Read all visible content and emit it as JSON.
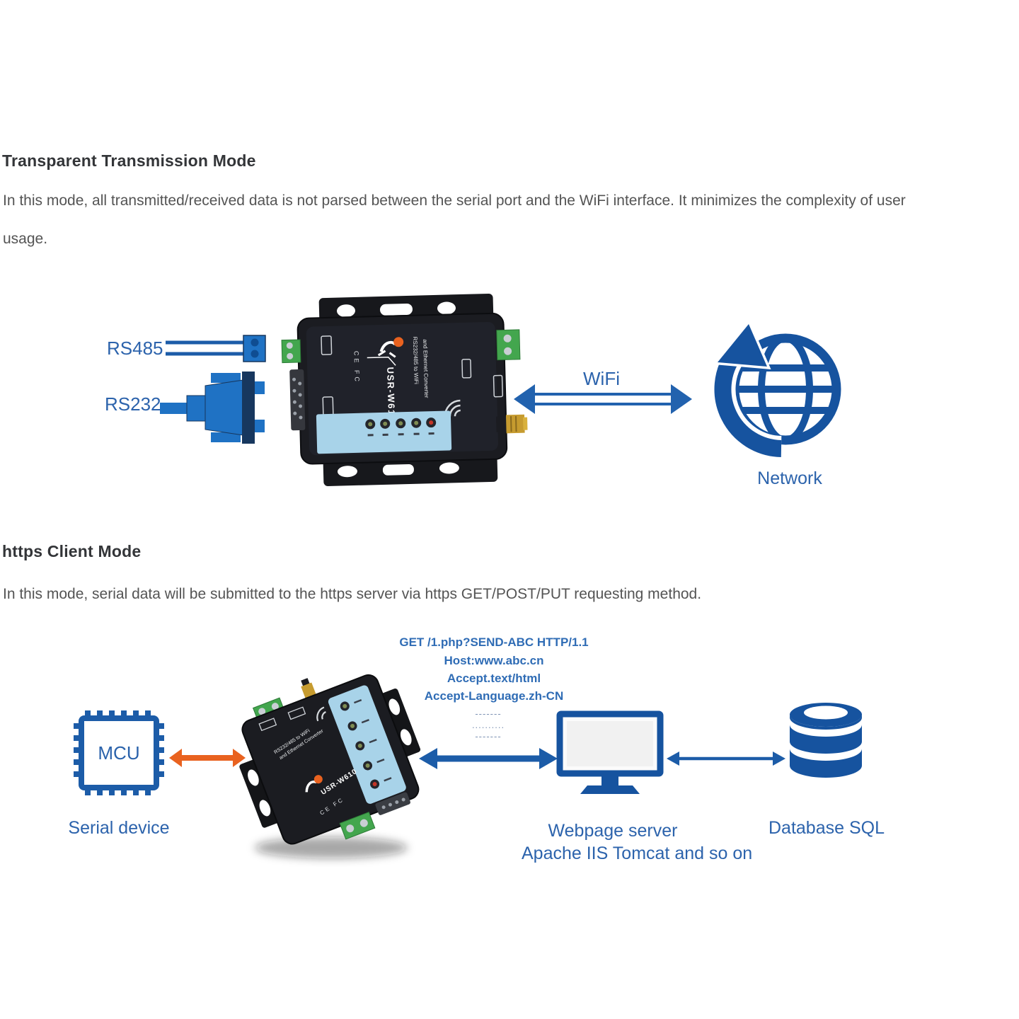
{
  "palette": {
    "background": "#ffffff",
    "heading_color": "#333538",
    "body_color": "#545454",
    "label_blue": "#2c63ac",
    "http_text_blue": "#2f6cb5",
    "icon_blue": "#1c5ca8",
    "solid_icon_blue": "#16539f",
    "connector_blue": "#1f72c4",
    "connector_navy": "#17375e",
    "arrow_orange": "#e9621f",
    "device_body": "#1b1c21",
    "device_panel": "#a8d3e9",
    "terminal_green": "#43a64e",
    "antenna_gold": "#c69b2f"
  },
  "section1": {
    "heading": "Transparent Transmission Mode",
    "body_lines": [
      "In this mode, all transmitted/received data is not parsed between the serial port and the WiFi interface.  It minimizes the complexity of user",
      "usage."
    ],
    "diagram": {
      "rs485_label": "RS485",
      "rs232_label": "RS232",
      "wifi_label": "WiFi",
      "network_label": "Network"
    }
  },
  "device": {
    "model": "USR-W610",
    "caption_line1": "RS232/485 to WiFi",
    "caption_line2": "and Ethernet Converter",
    "marks": "CE FC"
  },
  "section2": {
    "heading": "https Client Mode",
    "body": "In this mode, serial data will be submitted to the https server via https GET/POST/PUT requesting method.",
    "diagram": {
      "http_request_lines": [
        "GET /1.php?SEND-ABC HTTP/1.1",
        "Host:www.abc.cn",
        "Accept.text/html",
        "Accept-Language.zh-CN"
      ],
      "ellipsis_marks": [
        "-------",
        "..........",
        "-------"
      ],
      "mcu_label": "MCU",
      "serial_device_label": "Serial device",
      "webpage_server_label": "Webpage server",
      "webpage_server_sub_label": "Apache IIS Tomcat and so on",
      "database_label": "Database SQL"
    }
  }
}
